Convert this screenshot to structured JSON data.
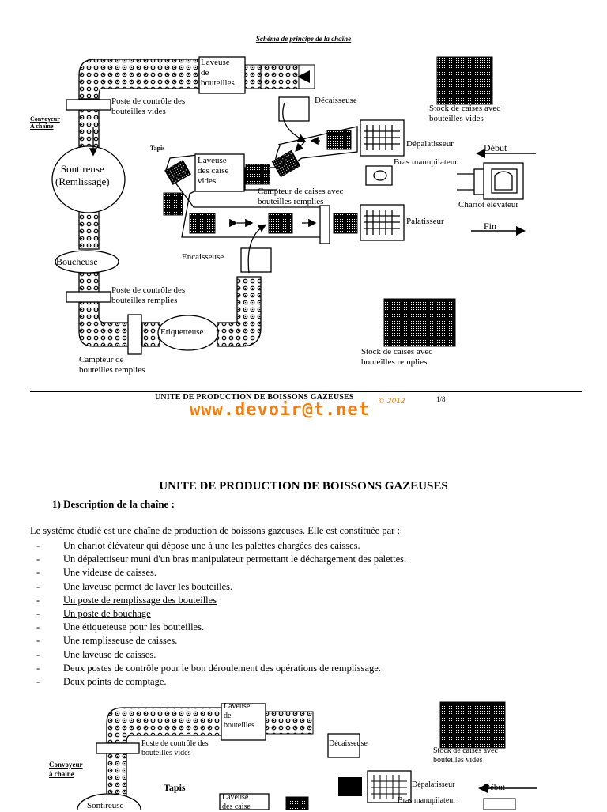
{
  "diagram": {
    "caption": "Schéma de principe de la chaîne",
    "labels": {
      "laveuse_bouteilles": [
        "Laveuse",
        "de",
        "bouteilles"
      ],
      "poste_controle_vides": [
        "Poste de contrôle des",
        "bouteilles vides"
      ],
      "convoyeur": [
        "Convoyeur",
        "A chaîne"
      ],
      "decaisseuse": "Décaisseuse",
      "stock_vides": [
        "Stock de caises avec",
        "bouteilles vides"
      ],
      "depalatisseur": "Dépalatisseur",
      "debut": "Début",
      "tapis": "Tapis",
      "bras": "Bras manupilateur",
      "sontireuse": [
        "Sontireuse",
        "(Remlissage)"
      ],
      "laveuse_caise": [
        "Laveuse",
        "des caise",
        "vides"
      ],
      "campteur_caises": [
        "Campteur de caises avec",
        "bouteilles remplies"
      ],
      "chariot": "Chariot élévateur",
      "palatisseur": "Palatisseur",
      "fin": "Fin",
      "encaisseuse": "Encaisseuse",
      "boucheuse": "Boucheuse",
      "poste_controle_remplies": [
        "Poste de contrôle des",
        "bouteilles remplies"
      ],
      "etiquetteuse": "Etiquetteuse",
      "campteur_bouteilles": [
        "Campteur de",
        "bouteilles remplies"
      ],
      "stock_remplies": [
        "Stock de caises avec",
        "bouteilles remplies"
      ]
    }
  },
  "footer": {
    "title": "UNITE DE PRODUCTION DE BOISSONS GAZEUSES",
    "page": "1/8",
    "watermark": "www.devoir@t.net",
    "year": "© 2012"
  },
  "document": {
    "title": "UNITE DE PRODUCTION DE BOISSONS GAZEUSES",
    "section": "1)   Description de la chaîne :",
    "intro": "Le système étudié est une chaîne de production de boissons gazeuses. Elle est constituée par :",
    "items": [
      "Un chariot élévateur qui dépose une à une les palettes chargées des caisses.",
      "Un dépalettiseur muni d'un bras manipulateur permettant le déchargement des palettes.",
      "Une videuse de caisses.",
      "Une laveuse permet de laver les bouteilles.",
      "Un poste de remplissage des bouteilles",
      "Un poste de bouchage",
      "Une étiqueteuse pour les bouteilles.",
      "Une remplisseuse de caisses.",
      "Une laveuse de caisses.",
      "Deux postes de contrôle pour le bon déroulement des opérations de remplissage.",
      "Deux points de comptage."
    ],
    "dash": "-"
  },
  "diagram2": {
    "labels": {
      "laveuse_bouteilles": [
        "Laveuse",
        "de",
        "bouteilles"
      ],
      "poste_controle_vides": [
        "Poste de contrôle des",
        "bouteilles vides"
      ],
      "convoyeur": [
        "Convoyeur",
        "à chaîne"
      ],
      "decaisseuse": "Décaisseuse",
      "stock_vides": [
        "Stock de caises avec",
        "bouteilles vides"
      ],
      "depalatisseur": "Dépalatisseur",
      "debut": "Début",
      "tapis": "Tapis",
      "bras": "Bras manupilateur",
      "sontireuse": "Sontireuse",
      "laveuse_caise": [
        "Laveuse",
        "des caise"
      ]
    }
  }
}
